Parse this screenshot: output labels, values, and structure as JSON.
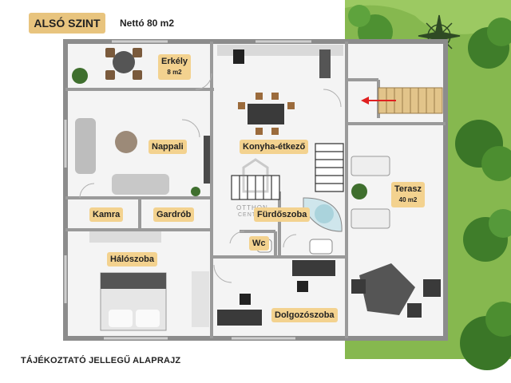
{
  "header": {
    "level_title": "ALSÓ SZINT",
    "net_area": "Nettó  80 m2"
  },
  "footer": {
    "note": "TÁJÉKOZTATÓ JELLEGŰ ALAPRAJZ"
  },
  "watermark": {
    "line1": "OTTHON",
    "line2": "CENTRUM"
  },
  "rooms": {
    "erkely": {
      "name": "Erkély",
      "area": "8 m2"
    },
    "nappali": {
      "name": "Nappali"
    },
    "konyha": {
      "name": "Konyha-étkező"
    },
    "terasz": {
      "name": "Terasz",
      "area": "40 m2"
    },
    "kamra": {
      "name": "Kamra"
    },
    "gardrob": {
      "name": "Gardrób"
    },
    "furdo": {
      "name": "Fürdőszoba"
    },
    "wc": {
      "name": "Wc"
    },
    "haloszoba": {
      "name": "Hálószoba"
    },
    "dolgozo": {
      "name": "Dolgozószoba"
    }
  },
  "colors": {
    "label_bg": "#f3d28f",
    "title_bg": "#e8c47e",
    "wall": "#9a9a9a",
    "floor": "#f2f2f2",
    "grass": "#7fb24a",
    "arrow": "#e02020"
  }
}
